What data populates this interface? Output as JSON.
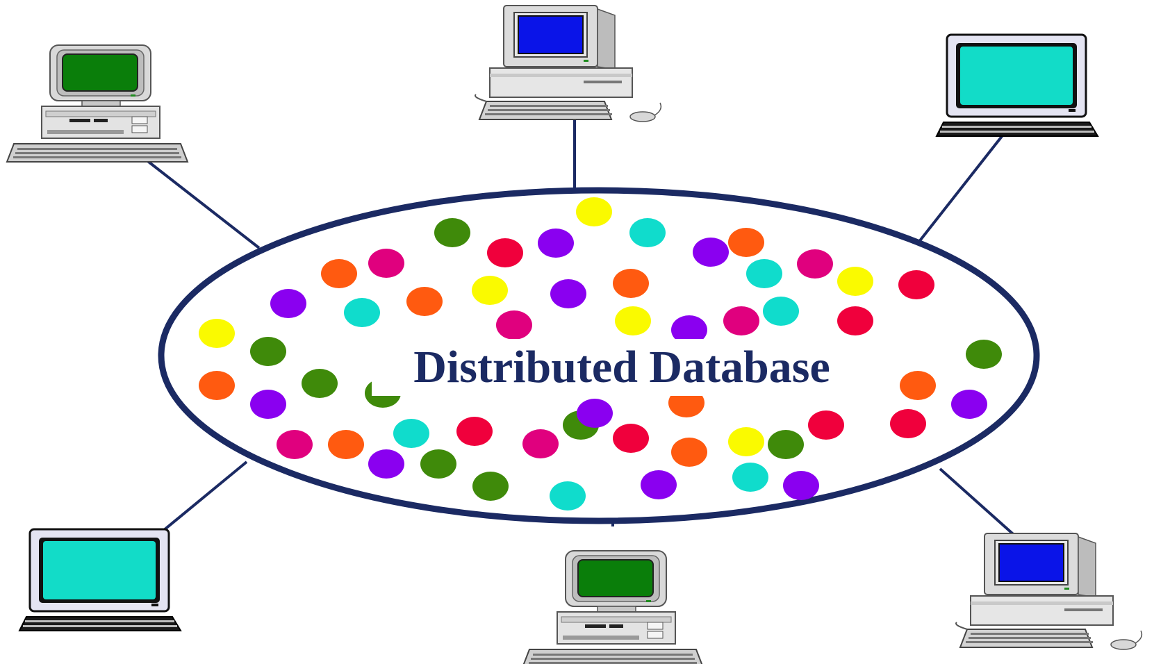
{
  "diagram": {
    "title": "Distributed Database"
  },
  "colors": {
    "line": "#1b2a63",
    "ellipse_stroke": "#1b2a63",
    "ellipse_fill": "#ffffff",
    "screen_green": "#0a7e0a",
    "screen_blue": "#0a14e8",
    "screen_cyan": "#12dcc8"
  },
  "dot_palette": [
    "#3f8a0a",
    "#f0003c",
    "#8a00f0",
    "#10dccc",
    "#fafa00",
    "#ff5a10",
    "#e0007e"
  ],
  "nodes": [
    {
      "name": "computer-top-left",
      "icon": "desktop-tower-icon",
      "screen": "screen_green"
    },
    {
      "name": "computer-top-center",
      "icon": "desktop-computer-icon",
      "screen": "screen_blue"
    },
    {
      "name": "computer-top-right",
      "icon": "monitor-computer-icon",
      "screen": "screen_cyan"
    },
    {
      "name": "computer-bottom-left",
      "icon": "monitor-computer-icon",
      "screen": "screen_cyan"
    },
    {
      "name": "computer-bottom-center",
      "icon": "desktop-tower-icon",
      "screen": "screen_green"
    },
    {
      "name": "computer-bottom-right",
      "icon": "desktop-computer-icon",
      "screen": "screen_blue"
    }
  ]
}
